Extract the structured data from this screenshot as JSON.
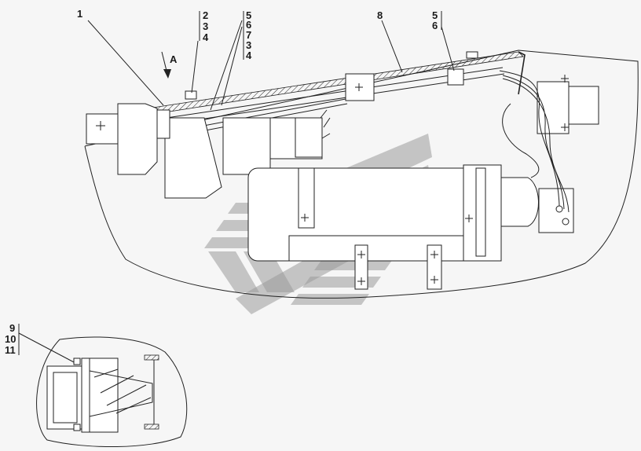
{
  "callouts": {
    "c1": "1",
    "group_234": [
      "2",
      "3",
      "4"
    ],
    "group_56734": [
      "5",
      "6",
      "7",
      "3",
      "4"
    ],
    "c8": "8",
    "group_56": [
      "5",
      "6"
    ],
    "group_91011": [
      "9",
      "10",
      "11"
    ]
  },
  "view_label": "A",
  "watermark_icon": "stylized-chevron-logo-icon"
}
